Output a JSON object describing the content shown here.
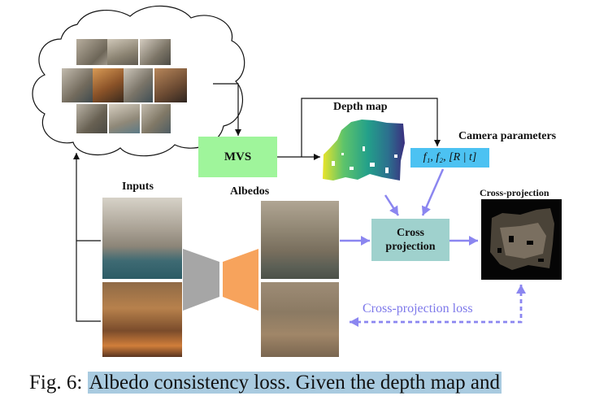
{
  "figure": {
    "labels": {
      "depth_map": "Depth map",
      "camera_parameters": "Camera parameters",
      "inputs": "Inputs",
      "albedos": "Albedos",
      "cross_projection_title": "Cross-projection",
      "mvs": "MVS",
      "cross_projection_box_line1": "Cross",
      "cross_projection_box_line2": "projection",
      "camera_params_formula": "f₁, f₂, [R | t]",
      "cross_projection_loss": "Cross-projection loss"
    },
    "colors": {
      "mvs_box": "#9ff59b",
      "cross_projection_box": "#9fd1cd",
      "camera_params_box": "#4cc2f2",
      "encoder": "#a6a6a6",
      "decoder": "#f7a35c",
      "arrow_purple": "#8b86f0",
      "loss_text": "#7d78ea"
    }
  },
  "caption": {
    "prefix": "Fig. 6:",
    "text": "Albedo consistency loss. Given the depth map and"
  }
}
